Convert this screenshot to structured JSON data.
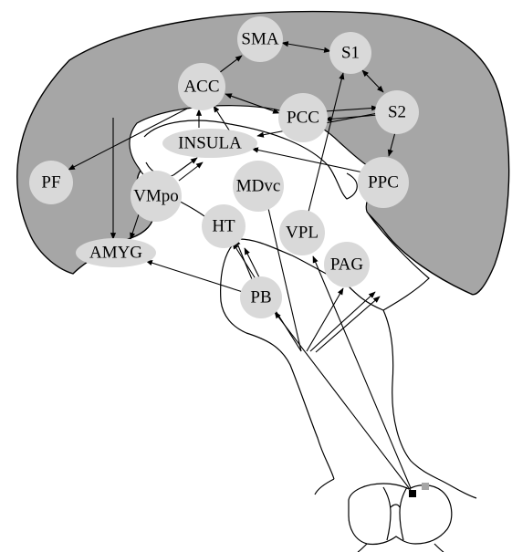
{
  "diagram": {
    "regions": [
      {
        "id": "SMA",
        "label": "SMA"
      },
      {
        "id": "S1",
        "label": "S1"
      },
      {
        "id": "ACC",
        "label": "ACC"
      },
      {
        "id": "PCC",
        "label": "PCC"
      },
      {
        "id": "S2",
        "label": "S2"
      },
      {
        "id": "INSULA",
        "label": "INSULA"
      },
      {
        "id": "PF",
        "label": "PF"
      },
      {
        "id": "PPC",
        "label": "PPC"
      },
      {
        "id": "VMpo",
        "label": "VMpo"
      },
      {
        "id": "MDvc",
        "label": "MDvc"
      },
      {
        "id": "HT",
        "label": "HT"
      },
      {
        "id": "VPL",
        "label": "VPL"
      },
      {
        "id": "AMYG",
        "label": "AMYG"
      },
      {
        "id": "PAG",
        "label": "PAG"
      },
      {
        "id": "PB",
        "label": "PB"
      }
    ],
    "connections": [
      {
        "from": "SMA",
        "to": "S1",
        "direction": "both"
      },
      {
        "from": "ACC",
        "to": "SMA",
        "direction": "forward"
      },
      {
        "from": "S1",
        "to": "S2",
        "direction": "both"
      },
      {
        "from": "ACC",
        "to": "PCC",
        "direction": "both"
      },
      {
        "from": "PCC",
        "to": "S2",
        "direction": "both"
      },
      {
        "from": "S2",
        "to": "PPC",
        "direction": "forward"
      },
      {
        "from": "S2",
        "to": "INSULA",
        "direction": "forward"
      },
      {
        "from": "INSULA",
        "to": "ACC",
        "direction": "forward"
      },
      {
        "from": "MDvc",
        "to": "ACC",
        "direction": "forward"
      },
      {
        "from": "PPC",
        "to": "INSULA",
        "direction": "forward"
      },
      {
        "from": "ACC",
        "to": "PF",
        "direction": "forward"
      },
      {
        "from": "ACC",
        "to": "AMYG",
        "direction": "forward"
      },
      {
        "from": "VMpo",
        "to": "INSULA",
        "direction": "forward"
      },
      {
        "from": "VMpo",
        "to": "AMYG",
        "direction": "forward"
      },
      {
        "from": "VPL",
        "to": "S1",
        "direction": "forward"
      },
      {
        "from": "PB",
        "to": "AMYG",
        "direction": "forward"
      },
      {
        "from": "PB",
        "to": "HT",
        "direction": "forward"
      },
      {
        "from": "spinal-cord",
        "to": "PB",
        "direction": "forward"
      },
      {
        "from": "spinal-cord",
        "to": "HT",
        "direction": "forward"
      },
      {
        "from": "spinal-cord",
        "to": "MDvc",
        "direction": "forward"
      },
      {
        "from": "spinal-cord",
        "to": "VPL",
        "direction": "forward"
      },
      {
        "from": "spinal-cord",
        "to": "PAG",
        "direction": "forward"
      }
    ]
  }
}
